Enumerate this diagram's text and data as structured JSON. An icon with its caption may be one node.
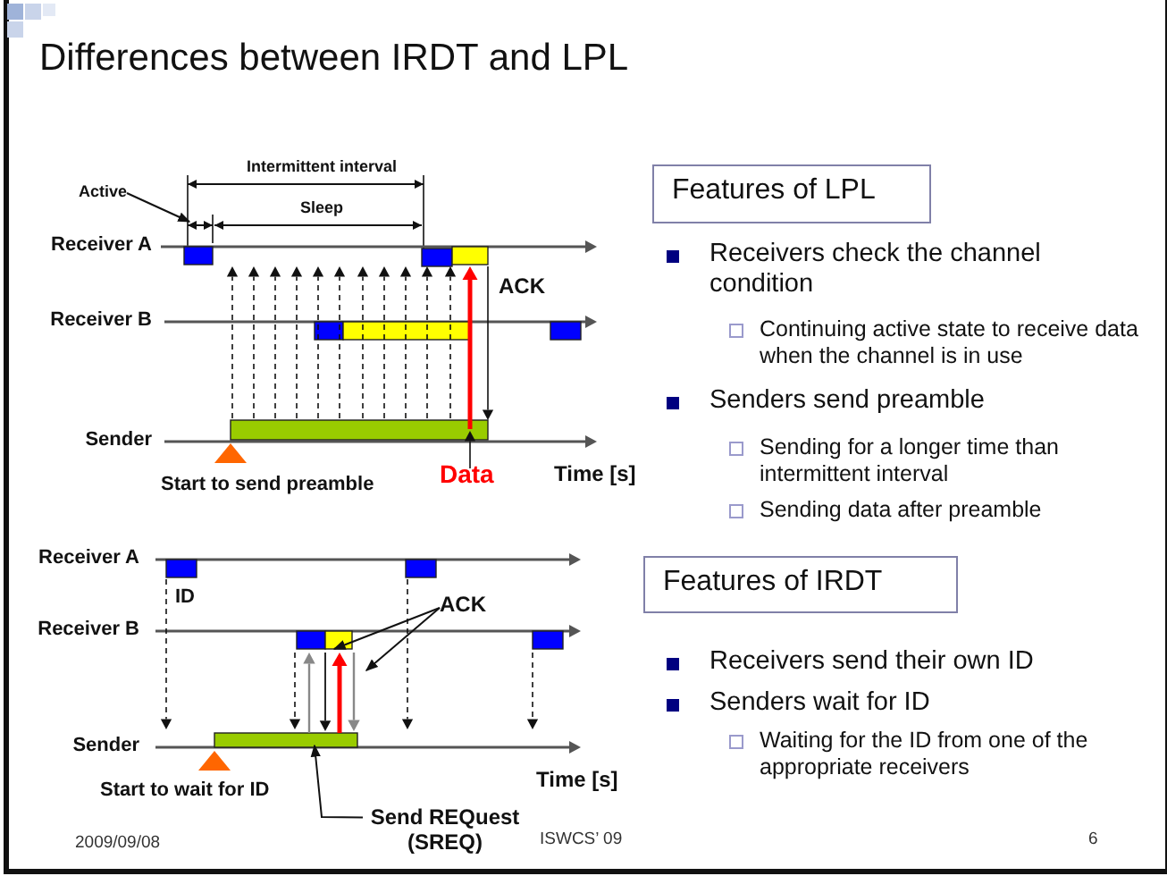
{
  "diagram": {
    "title": "Differences between IRDT and LPL",
    "nodes": [
      {
        "text": [
          "Active"
        ]
      },
      {
        "text": [
          "ACK"
        ]
      },
      {
        "text": [
          "Send REQuest (SREQ)"
        ]
      },
      {
        "text": [
          "Features of LPL"
        ]
      },
      {
        "text": [
          "Features of IRDT"
        ]
      }
    ],
    "edges": [
      {
        "from": 0,
        "to": null,
        "arrow": "to"
      },
      {
        "from": 1,
        "to": null,
        "arrow": "to"
      },
      {
        "from": 1,
        "to": null,
        "arrow": "to"
      },
      {
        "from": 2,
        "to": null,
        "arrow": "to"
      }
    ],
    "labels": [
      "Intermittent interval",
      "Sleep",
      "Receiver A",
      "ACK",
      "Receiver B",
      "Sender",
      "Start to send preamble",
      "Data",
      "Time [s]",
      "Receivers check the channel condition",
      "Continuing active state to receive data when the channel is in use",
      "Senders send preamble",
      "Sending for a longer time than intermittent interval",
      "Sending data after preamble",
      "Receiver A",
      "ID",
      "Receiver B",
      "Receivers send their own ID",
      "Senders wait for ID",
      "Waiting for the ID from one of the appropriate receivers",
      "Sender",
      "Start to wait for ID",
      "Time [s]",
      "2009/09/08",
      "ISWCS’ 09",
      "6"
    ]
  }
}
